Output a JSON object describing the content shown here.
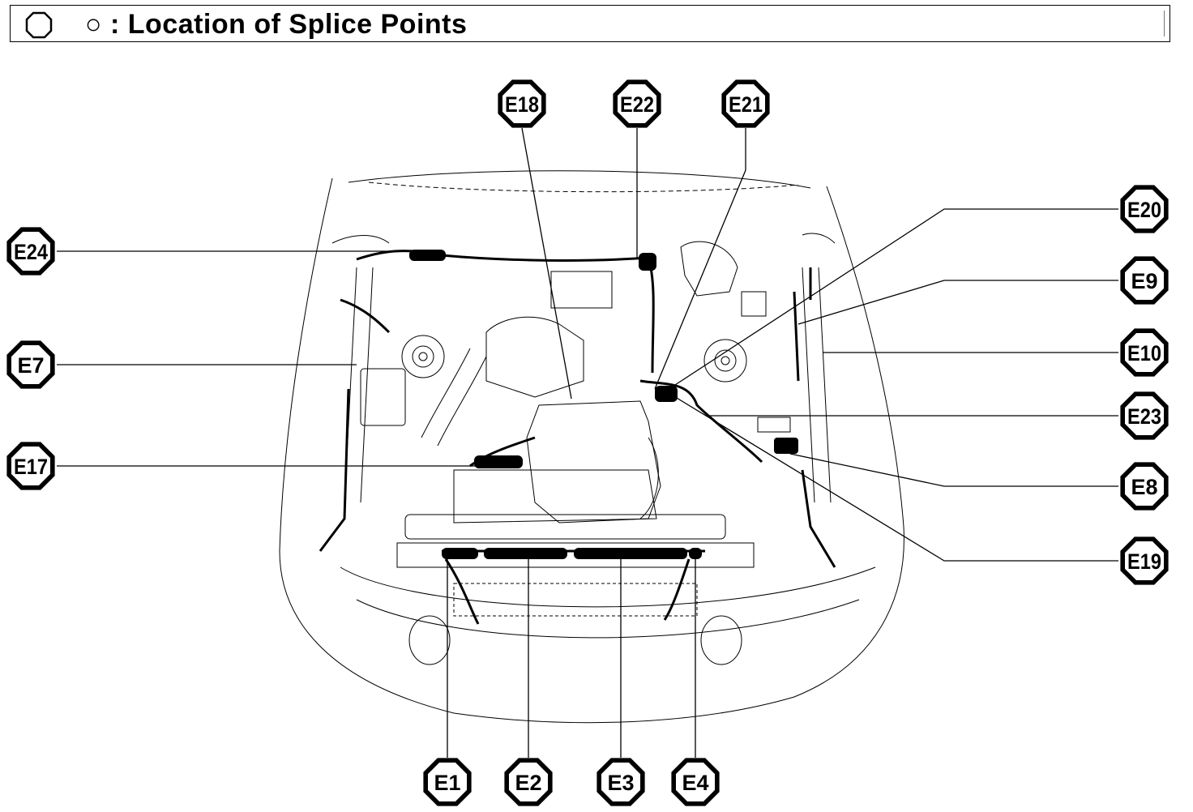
{
  "header": {
    "symbol_icon": "octagon-outline-icon",
    "title": "○ :  Location of Splice Points"
  },
  "splice_points": [
    {
      "id": "E18"
    },
    {
      "id": "E22"
    },
    {
      "id": "E21"
    },
    {
      "id": "E20"
    },
    {
      "id": "E24"
    },
    {
      "id": "E9"
    },
    {
      "id": "E7"
    },
    {
      "id": "E10"
    },
    {
      "id": "E23"
    },
    {
      "id": "E17"
    },
    {
      "id": "E8"
    },
    {
      "id": "E19"
    },
    {
      "id": "E1"
    },
    {
      "id": "E2"
    },
    {
      "id": "E3"
    },
    {
      "id": "E4"
    }
  ],
  "colors": {
    "ink": "#000000",
    "background": "#ffffff"
  }
}
